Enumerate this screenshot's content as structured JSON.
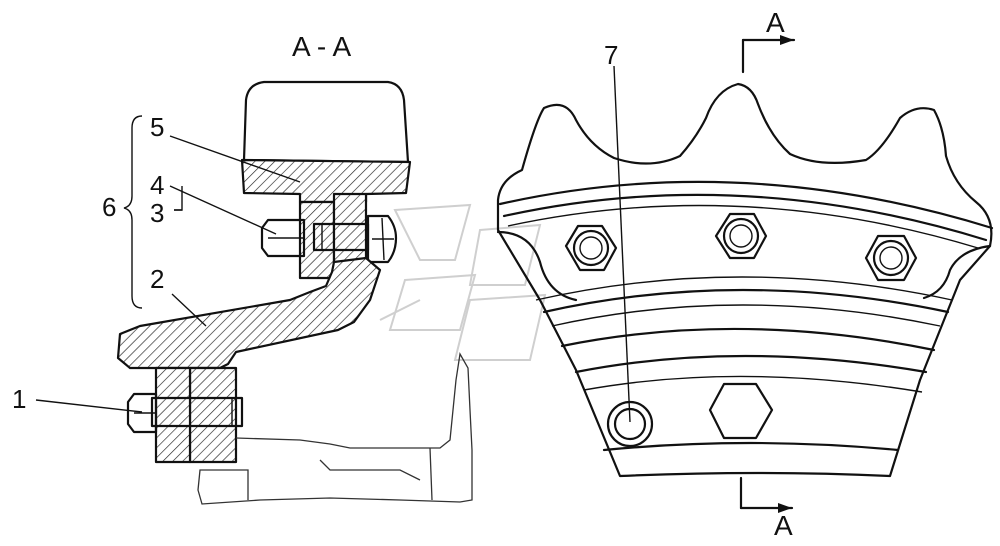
{
  "section_title": "A - A",
  "section_mark_top": "A",
  "section_mark_bottom": "A",
  "callouts": {
    "bolt": "1",
    "bracket": "2",
    "nut": "3",
    "washer": "4",
    "tooth_segment": "5",
    "assembly": "6",
    "plug": "7"
  }
}
